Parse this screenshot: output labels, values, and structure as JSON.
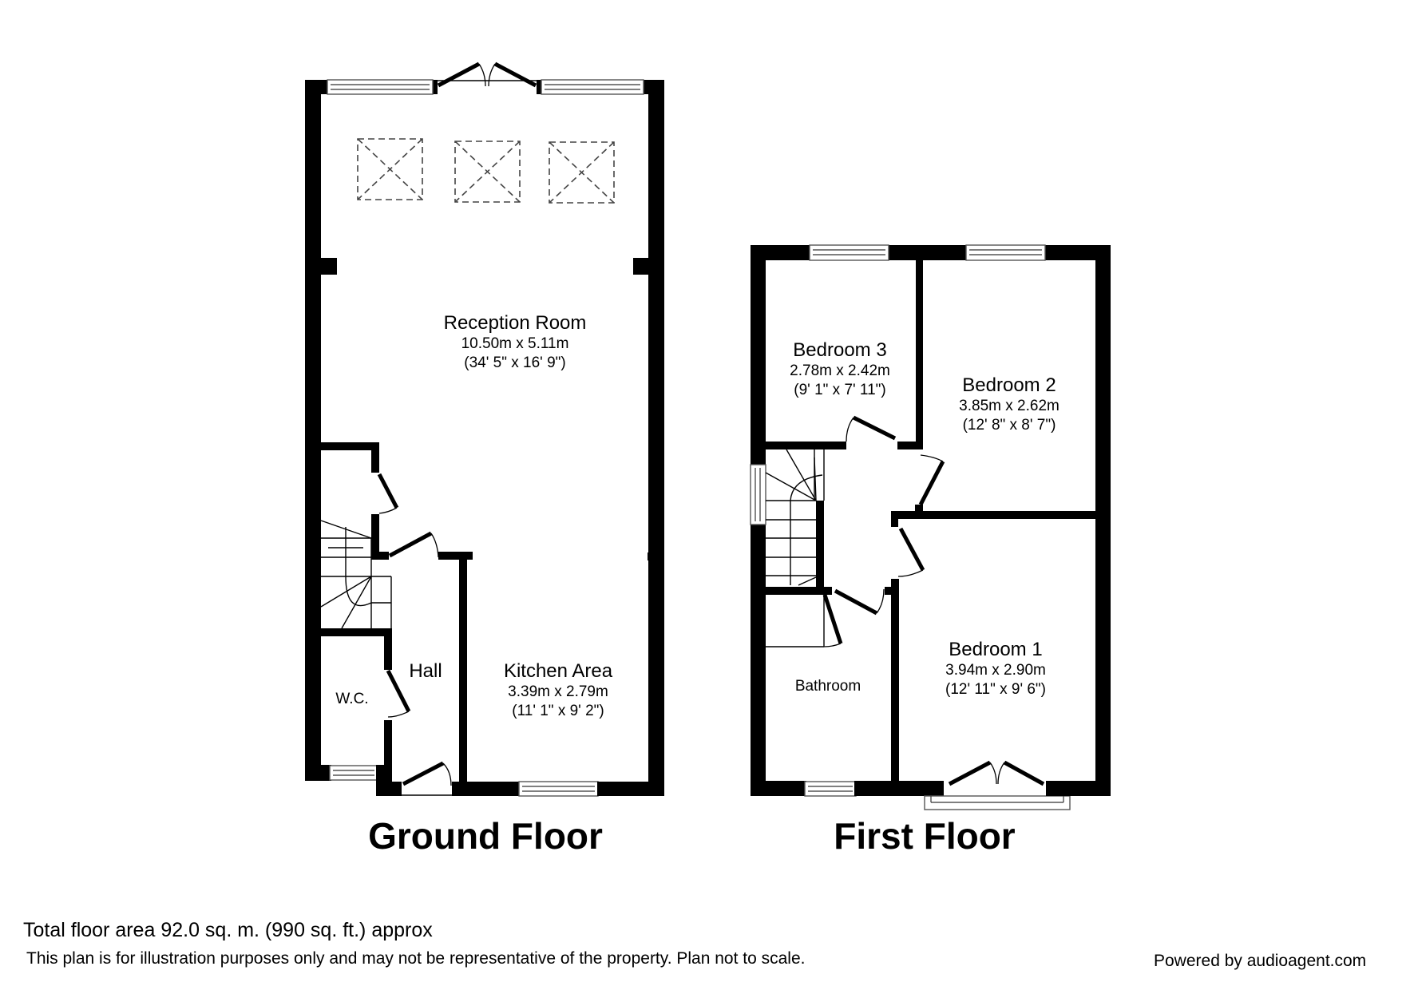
{
  "floors": [
    {
      "title": "Ground Floor",
      "rooms": [
        {
          "name": "Reception Room",
          "metric": "10.50m x 5.11m",
          "imperial": "(34' 5\" x 16' 9\")"
        },
        {
          "name": "Kitchen Area",
          "metric": "3.39m x 2.79m",
          "imperial": "(11' 1\" x 9' 2\")"
        },
        {
          "name": "Hall"
        },
        {
          "name": "W.C."
        }
      ]
    },
    {
      "title": "First Floor",
      "rooms": [
        {
          "name": "Bedroom 3",
          "metric": "2.78m x 2.42m",
          "imperial": "(9' 1\" x 7' 11\")"
        },
        {
          "name": "Bedroom 2",
          "metric": "3.85m x 2.62m",
          "imperial": "(12' 8\" x 8' 7\")"
        },
        {
          "name": "Bedroom 1",
          "metric": "3.94m x 2.90m",
          "imperial": "(12' 11\" x 9' 6\")"
        },
        {
          "name": "Bathroom"
        }
      ]
    }
  ],
  "footer": {
    "total_area": "Total floor area 92.0 sq. m. (990 sq. ft.) approx",
    "disclaimer": "This plan is for illustration purposes only and may not be representative of the property. Plan not to scale.",
    "credit": "Powered by audioagent.com"
  },
  "colors": {
    "walls": "#000000",
    "background": "#ffffff"
  }
}
